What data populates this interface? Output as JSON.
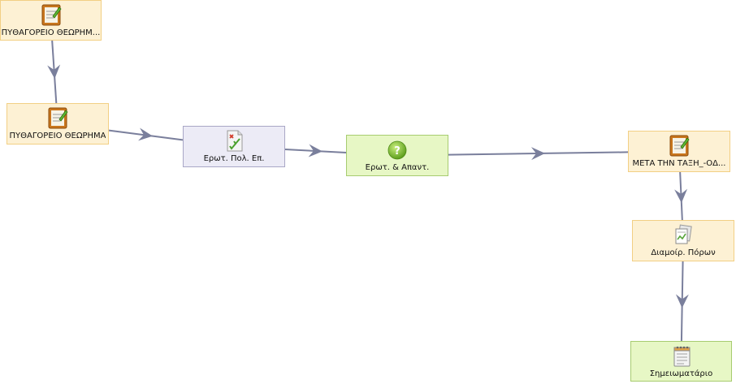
{
  "colors": {
    "edge": "#7a7f9c",
    "resource_fill": "#fdf1d4",
    "resource_border": "#f2cf84",
    "quiz_fill": "#ecebf6",
    "quiz_border": "#a9a7c6",
    "qa_fill": "#e7f7c5",
    "qa_border": "#a7cc70"
  },
  "nodes": [
    {
      "id": "n1",
      "label": "ΠΥΘΑΓΟΡΕΙΟ ΘΕΩΡΗΜ...",
      "icon": "notepad-icon"
    },
    {
      "id": "n2",
      "label": "ΠΥΘΑΓΟΡΕΙΟ ΘΕΩΡΗΜΑ",
      "icon": "notepad-icon"
    },
    {
      "id": "n3",
      "label": "Ερωτ. Πολ. Επ.",
      "icon": "quiz-check-icon"
    },
    {
      "id": "n4",
      "label": "Ερωτ. & Απαντ.",
      "icon": "question-icon"
    },
    {
      "id": "n5",
      "label": "ΜΕΤΑ ΤΗΝ ΤΑΞΗ_-ΟΔ...",
      "icon": "notepad-icon"
    },
    {
      "id": "n6",
      "label": "Διαμοίρ. Πόρων",
      "icon": "shared-docs-icon"
    },
    {
      "id": "n7",
      "label": "Σημειωματάριο",
      "icon": "notebook-icon"
    }
  ],
  "edges": [
    {
      "from": "n1",
      "to": "n2"
    },
    {
      "from": "n2",
      "to": "n3"
    },
    {
      "from": "n3",
      "to": "n4"
    },
    {
      "from": "n4",
      "to": "n5"
    },
    {
      "from": "n5",
      "to": "n6"
    },
    {
      "from": "n6",
      "to": "n7"
    }
  ]
}
